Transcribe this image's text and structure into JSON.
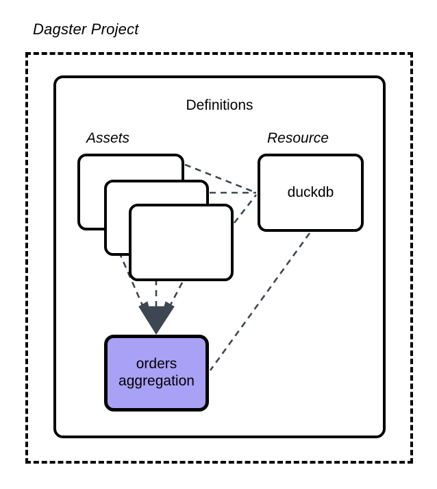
{
  "diagram": {
    "title": "Dagster Project",
    "container": {
      "label": "Definitions",
      "style": "solid-rounded"
    },
    "boundary_style": "dashed",
    "sections": [
      {
        "id": "assets",
        "label": "Assets"
      },
      {
        "id": "resource",
        "label": "Resource"
      }
    ],
    "nodes": [
      {
        "id": "asset-stack-back",
        "label": "",
        "kind": "asset",
        "fill": "#ffffff"
      },
      {
        "id": "asset-stack-middle",
        "label": "",
        "kind": "asset",
        "fill": "#ffffff"
      },
      {
        "id": "asset-stack-front",
        "label": "",
        "kind": "asset",
        "fill": "#ffffff"
      },
      {
        "id": "resource-duckdb",
        "label": "duckdb",
        "kind": "resource",
        "fill": "#ffffff"
      },
      {
        "id": "asset-orders-aggregation",
        "label_line1": "orders",
        "label_line2": "aggregation",
        "kind": "asset",
        "fill": "#a9a1f5"
      }
    ],
    "colors": {
      "stroke": "#000000",
      "connector": "#3e4652",
      "highlight_fill": "#a9a1f5",
      "background": "#ffffff"
    },
    "connectors": {
      "style": "dashed",
      "arrowhead": "fan-chevron",
      "count": 7
    }
  }
}
